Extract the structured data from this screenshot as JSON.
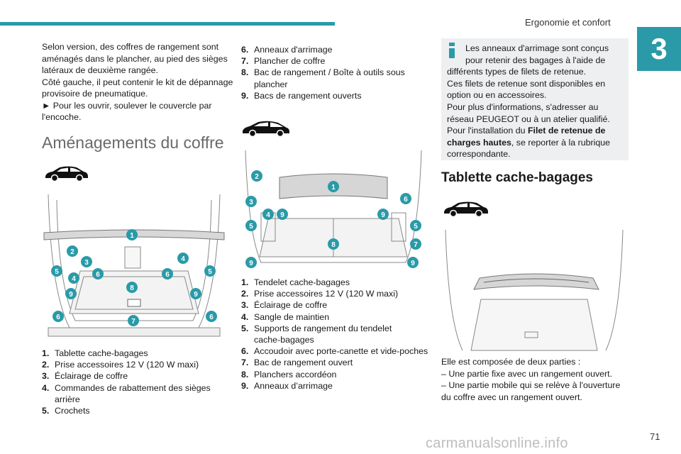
{
  "header": {
    "section_title": "Ergonomie et confort",
    "chapter_number": "3",
    "page_number": "71"
  },
  "intro": {
    "line1": "Selon version, des coffres de rangement sont",
    "line2": "aménagés dans le plancher, au pied des sièges",
    "line3": "latéraux de deuxième rangée.",
    "line4": "Côté gauche, il peut contenir le kit de dépannage",
    "line5": "provisoire de pneumatique.",
    "line6": "► Pour les ouvrir, soulever le couvercle par",
    "line7": "l'encoche."
  },
  "section1": {
    "title": "Aménagements du coffre"
  },
  "list1": [
    {
      "num": "1.",
      "text": "Tablette cache-bagages"
    },
    {
      "num": "2.",
      "text": "Prise accessoires 12 V (120 W maxi)"
    },
    {
      "num": "3.",
      "text": "Éclairage de coffre"
    },
    {
      "num": "4.",
      "text": "Commandes de rabattement des sièges arrière"
    },
    {
      "num": "5.",
      "text": "Crochets"
    }
  ],
  "list1b": [
    {
      "num": "6.",
      "text": "Anneaux d'arrimage"
    },
    {
      "num": "7.",
      "text": "Plancher de coffre"
    },
    {
      "num": "8.",
      "text": "Bac de rangement / Boîte à outils sous plancher"
    },
    {
      "num": "9.",
      "text": "Bacs de rangement ouverts"
    }
  ],
  "list2": [
    {
      "num": "1.",
      "text": "Tendelet cache-bagages"
    },
    {
      "num": "2.",
      "text": "Prise accessoires 12 V (120 W maxi)"
    },
    {
      "num": "3.",
      "text": "Éclairage de coffre"
    },
    {
      "num": "4.",
      "text": "Sangle de maintien"
    },
    {
      "num": "5.",
      "text": "Supports de rangement du tendelet cache-bagages"
    },
    {
      "num": "6.",
      "text": "Accoudoir avec porte-canette et vide-poches"
    },
    {
      "num": "7.",
      "text": "Bac de rangement ouvert"
    },
    {
      "num": "8.",
      "text": "Planchers accordéon"
    },
    {
      "num": "9.",
      "text": "Anneaux d’arrimage"
    }
  ],
  "info": {
    "t1": "Les anneaux d'arrimage sont conçus",
    "t2": "pour retenir des bagages à l'aide de",
    "t3": "différents types de filets de retenue.",
    "t4": "Ces filets de retenue sont disponibles en",
    "t5": "option ou en accessoires.",
    "t6": "Pour plus d'informations, s'adresser au",
    "t7": "réseau PEUGEOT ou à un atelier qualifié.",
    "t8a": "Pour l'installation du ",
    "t8b": "Filet de retenue de",
    "t9a": "charges hautes",
    "t9b": ", se reporter à la rubrique",
    "t10": "correspondante."
  },
  "section2": {
    "title": "Tablette cache-bagages",
    "p1": "Elle est composée de deux parties :",
    "p2": "– Une partie fixe avec un rangement ouvert.",
    "p3": "– Une partie mobile qui se relève à l'ouverture",
    "p4": "du coffre avec un rangement ouvert."
  },
  "watermark": "carmanualsonline.info",
  "colors": {
    "accent": "#2a9aa8",
    "info_bg": "#eeeff0"
  }
}
